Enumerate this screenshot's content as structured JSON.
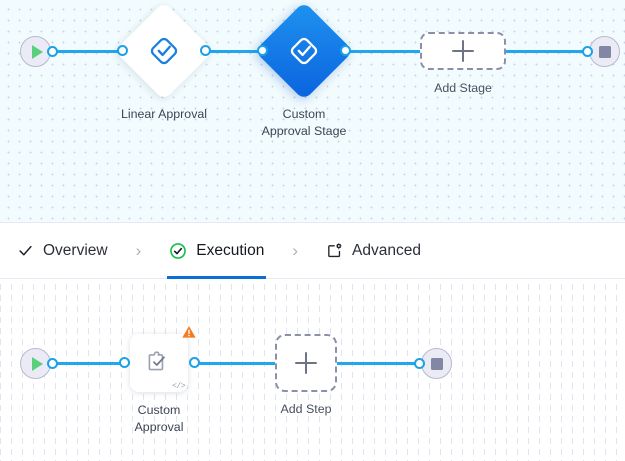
{
  "stage_canvas": {
    "name": "stage-flow-canvas",
    "start_node": {
      "icon": "play-icon",
      "title": "Start"
    },
    "end_node": {
      "icon": "stop-icon",
      "title": "End"
    },
    "stages": [
      {
        "id": "linear-approval",
        "label": "Linear Approval",
        "icon": "approval-diamond-check-icon",
        "selected": false
      },
      {
        "id": "custom-approval-stage",
        "label": "Custom\nApproval Stage",
        "icon": "approval-diamond-check-icon",
        "selected": true
      }
    ],
    "add_stage": {
      "label": "Add Stage",
      "icon": "plus-icon"
    }
  },
  "tabs": {
    "items": [
      {
        "id": "overview",
        "label": "Overview",
        "icon": "check-icon",
        "active": false
      },
      {
        "id": "execution",
        "label": "Execution",
        "icon": "check-circle-icon",
        "active": true
      },
      {
        "id": "advanced",
        "label": "Advanced",
        "icon": "settings-box-icon",
        "active": false
      }
    ],
    "separator": "›"
  },
  "step_canvas": {
    "name": "step-flow-canvas",
    "start_node": {
      "icon": "play-icon",
      "title": "Start"
    },
    "end_node": {
      "icon": "stop-icon",
      "title": "End"
    },
    "steps": [
      {
        "id": "custom-approval",
        "label": "Custom\nApproval",
        "icon": "puzzle-check-icon",
        "warning_badge": "warning-triangle-icon",
        "code_badge": "</>"
      }
    ],
    "add_step": {
      "label": "Add Step",
      "icon": "plus-icon"
    }
  },
  "colors": {
    "edge": "#22a6ec",
    "port": "#1ba1e8",
    "selected_stage": "#1478e6",
    "active_tab_underline": "#0b6fd4",
    "success_green": "#17c052",
    "warning_orange": "#f47b20",
    "start_green": "#5ad07e",
    "stop_gray": "#8287a3"
  }
}
